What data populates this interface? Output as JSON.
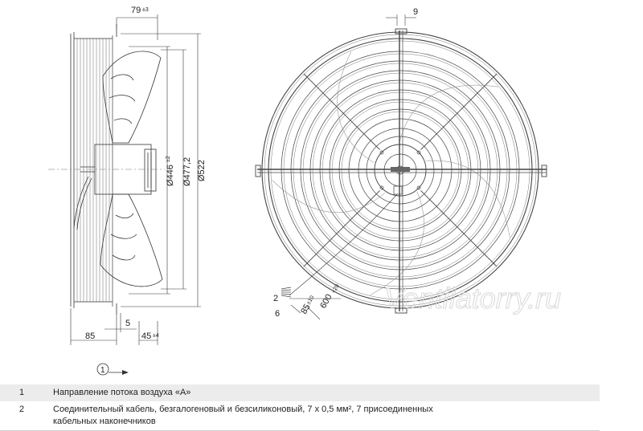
{
  "side_view": {
    "dim_depth": "79",
    "dim_depth_tol": "±3",
    "dim_d446": "Ø446",
    "dim_d446_tol": "±2",
    "dim_d477": "Ø477,2",
    "dim_d522": "Ø522",
    "dim_85": "85",
    "dim_5": "5",
    "dim_45": "45",
    "dim_45_tol": "±4"
  },
  "front_view": {
    "dim_9": "9",
    "callout_2": "2",
    "dim_6": "6",
    "dim_85": "85",
    "dim_85_tol": "±10",
    "dim_600": "600",
    "dim_600_tol": "+20"
  },
  "airflow_marker": "1",
  "watermark": "Ventilatorry.ru",
  "legend": [
    {
      "num": "1",
      "text": "Направление потока воздуха «A»"
    },
    {
      "num": "2",
      "text": "Соединительный кабель, безгалогеновый и безсиликоновый, 7 x 0,5 мм², 7 присоединенных кабельных наконечников"
    }
  ]
}
